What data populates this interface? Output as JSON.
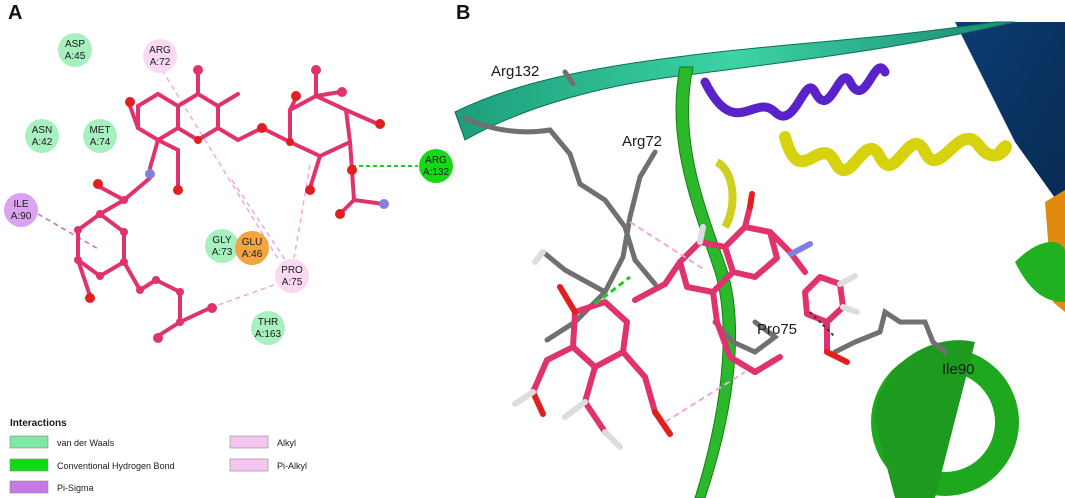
{
  "panels": {
    "a": {
      "letter": "A"
    },
    "b": {
      "letter": "B"
    }
  },
  "residues": [
    {
      "id": "asp45",
      "name": "ASP",
      "num": "A:45",
      "type": "vdw"
    },
    {
      "id": "arg72",
      "name": "ARG",
      "num": "A:72",
      "type": "alkyl"
    },
    {
      "id": "asn42",
      "name": "ASN",
      "num": "A:42",
      "type": "vdw"
    },
    {
      "id": "met74",
      "name": "MET",
      "num": "A:74",
      "type": "vdw"
    },
    {
      "id": "arg132",
      "name": "ARG",
      "num": "A:132",
      "type": "hbond"
    },
    {
      "id": "ile90",
      "name": "ILE",
      "num": "A:90",
      "type": "pisigma"
    },
    {
      "id": "gly73",
      "name": "GLY",
      "num": "A:73",
      "type": "vdw"
    },
    {
      "id": "glu46",
      "name": "GLU",
      "num": "A:46",
      "type": "glu"
    },
    {
      "id": "pro75",
      "name": "PRO",
      "num": "A:75",
      "type": "alkyl"
    },
    {
      "id": "thr163",
      "name": "THR",
      "num": "A:163",
      "type": "vdw"
    }
  ],
  "legend": {
    "title": "Interactions",
    "items": [
      {
        "id": "vdw",
        "label": "van der Waals",
        "color": "#7ee8a6"
      },
      {
        "id": "hbond",
        "label": "Conventional Hydrogen Bond",
        "color": "#16d916"
      },
      {
        "id": "pisigma",
        "label": "Pi-Sigma",
        "color": "#c77ae6"
      },
      {
        "id": "alkyl",
        "label": "Alkyl",
        "color": "#f5c6ef"
      },
      {
        "id": "pialkyl",
        "label": "Pi-Alkyl",
        "color": "#f5c6ef"
      }
    ]
  },
  "colors": {
    "ligand": "#e0336e",
    "oxygen": "#e02020",
    "nitrogen": "#8080e0",
    "vdw": "#a8f0c0",
    "hbond": "#16d916",
    "pisigma": "#d9a3ef",
    "alkyl": "#f9d9f4",
    "glu": "#f2a541",
    "hbond_line": "#22cc22",
    "alkyl_line": "#f0a8dc",
    "pisigma_line": "#cc66cc"
  },
  "panel_b": {
    "labels": {
      "arg132": "Arg132",
      "arg72": "Arg72",
      "pro75": "Pro75",
      "ile90": "Ile90"
    }
  }
}
